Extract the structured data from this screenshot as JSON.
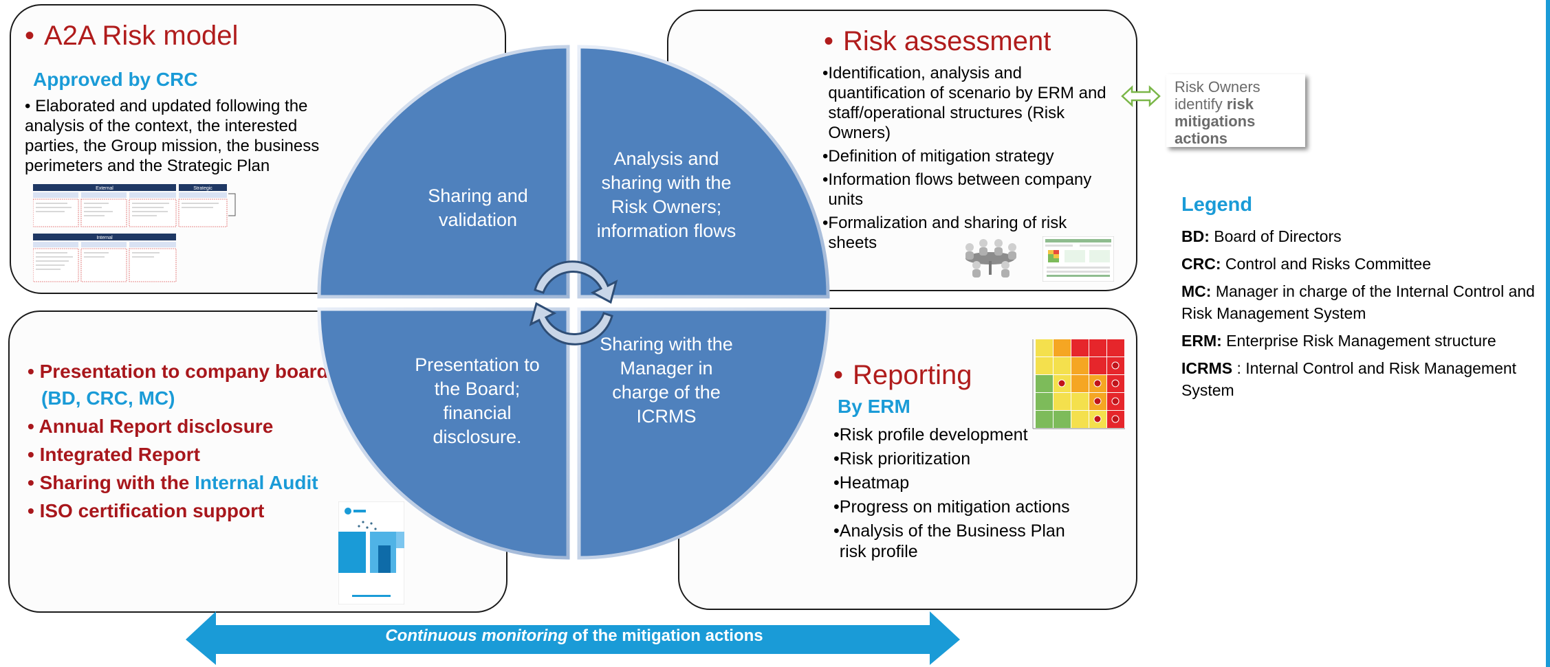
{
  "quadrants": {
    "top_left": {
      "heading": "A2A Risk model",
      "sub": "Approved by CRC",
      "bullet": "Elaborated and updated following the analysis of the context, the interested parties, the Group mission, the business perimeters and the Strategic Plan"
    },
    "top_right": {
      "heading": "Risk assessment",
      "bullets": [
        "Identification, analysis and quantification of scenario by ERM and staff/operational structures (Risk Owners)",
        "Definition of mitigation strategy",
        "Information flows between company units",
        "Formalization and sharing of risk sheets"
      ]
    },
    "bottom_left": {
      "items": [
        {
          "main": "Presentation to company boards",
          "accent": "(BD, CRC, MC)"
        },
        {
          "main": "Annual Report disclosure",
          "accent": ""
        },
        {
          "main": "Integrated Report",
          "accent": ""
        },
        {
          "main": "Sharing with the",
          "accent": "Internal Audit"
        },
        {
          "main": "ISO certification support",
          "accent": ""
        }
      ]
    },
    "bottom_right": {
      "heading": "Reporting",
      "sub": "By ERM",
      "bullets": [
        "Risk profile development",
        "Risk prioritization",
        "Heatmap",
        "Progress on mitigation actions",
        "Analysis of the Business Plan risk profile"
      ]
    }
  },
  "circle": {
    "q1": "Sharing and validation",
    "q2": "Analysis and sharing with the Risk Owners; information flows",
    "q3": "Presentation to the Board; financial disclosure.",
    "q4": "Sharing with the Manager in charge of the ICRMS"
  },
  "owners_note": {
    "prefix": "Risk Owners identify",
    "bold": "risk mitigations actions"
  },
  "legend": {
    "title": "Legend",
    "items": [
      {
        "abbr": "BD:",
        "text": "Board of Directors"
      },
      {
        "abbr": "CRC:",
        "text": "Control and Risks Committee"
      },
      {
        "abbr": "MC:",
        "text": "Manager in charge of the Internal Control and Risk Management System"
      },
      {
        "abbr": "ERM:",
        "text": "Enterprise Risk Management structure"
      },
      {
        "abbr": "ICRMS",
        "text": ": Internal Control and Risk Management System"
      }
    ]
  },
  "bottom_arrow": {
    "italic": "Continuous monitoring",
    "rest": "of the mitigation actions"
  },
  "model_thumb": {
    "ext": "External",
    "strat": "Strategic",
    "int": "Internal"
  },
  "colors": {
    "heading_red": "#b01c1c",
    "accent_blue": "#1a9bd7",
    "circle_blue": "#4f81bd",
    "arrow_blue": "#1a9bd7"
  }
}
